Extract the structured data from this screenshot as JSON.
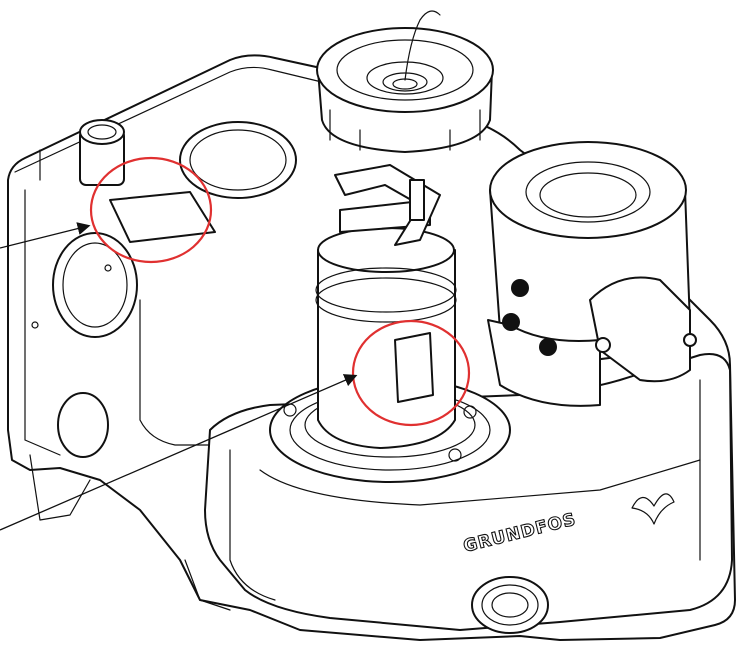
{
  "diagram": {
    "brand_text": "GRUNDFOS",
    "brand_mark": "grundfos-x-logo",
    "highlight_color": "#e03030",
    "line_color": "#111111",
    "callouts": [
      {
        "name": "label-area-tank-top",
        "marker": "circle"
      },
      {
        "name": "label-area-motor",
        "marker": "circle"
      }
    ]
  }
}
